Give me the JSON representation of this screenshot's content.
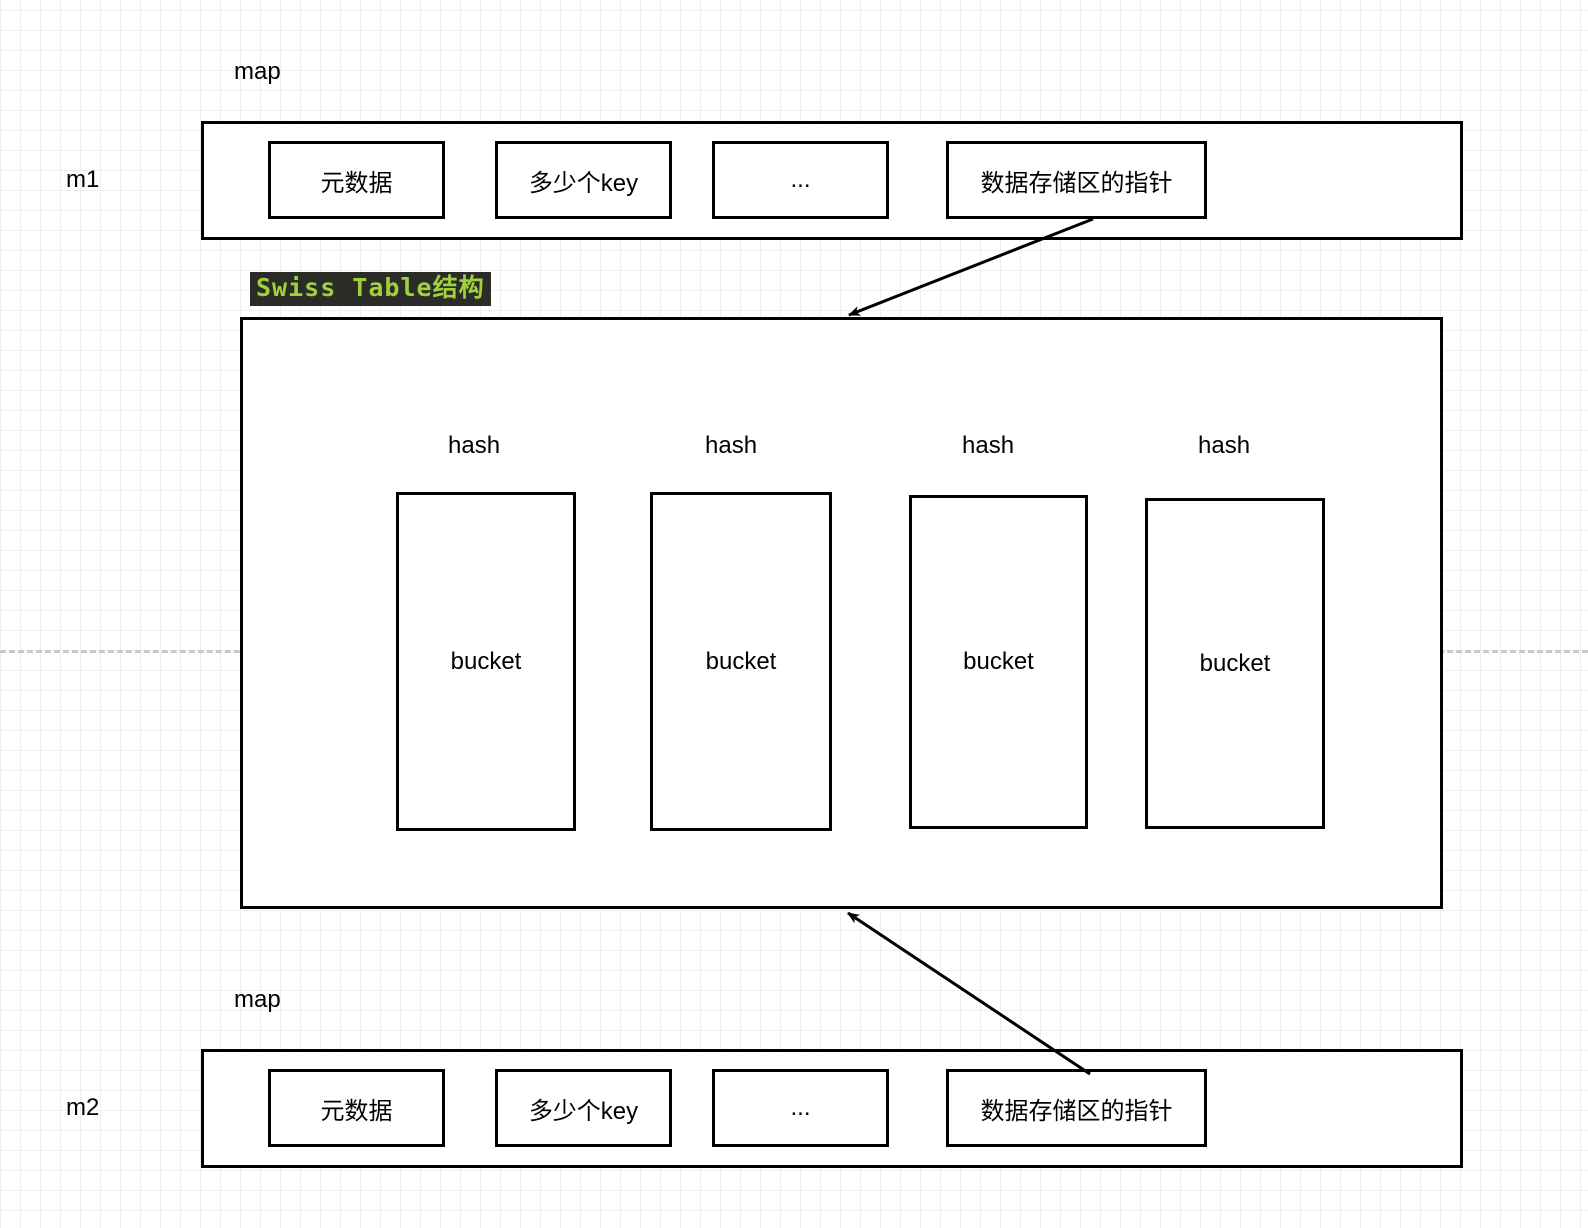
{
  "diagram": {
    "title_tag": {
      "text": "Swiss Table结构",
      "text_color": "#a0d03c",
      "background_color": "#2b2b27"
    },
    "maps": [
      {
        "side_label": "m1",
        "caption": "map",
        "fields": [
          {
            "label": "元数据"
          },
          {
            "label": "多少个key"
          },
          {
            "label": "..."
          },
          {
            "label": "数据存储区的指针"
          }
        ]
      },
      {
        "side_label": "m2",
        "caption": "map",
        "fields": [
          {
            "label": "元数据"
          },
          {
            "label": "多少个key"
          },
          {
            "label": "..."
          },
          {
            "label": "数据存储区的指针"
          }
        ]
      }
    ],
    "swiss_table": {
      "slots": [
        {
          "hash_label": "hash",
          "bucket_label": "bucket"
        },
        {
          "hash_label": "hash",
          "bucket_label": "bucket"
        },
        {
          "hash_label": "hash",
          "bucket_label": "bucket"
        },
        {
          "hash_label": "hash",
          "bucket_label": "bucket"
        }
      ]
    },
    "connectors": [
      {
        "name": "m1-pointer-to-swiss-table"
      },
      {
        "name": "m2-pointer-to-swiss-table"
      }
    ]
  }
}
